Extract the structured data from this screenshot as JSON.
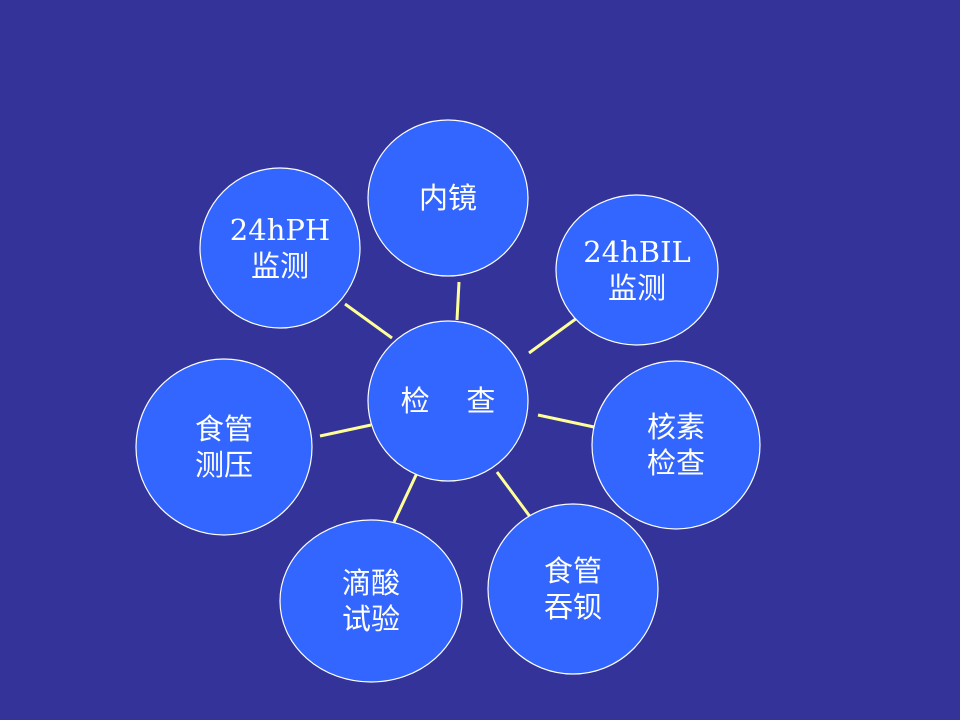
{
  "colors": {
    "background": "#333399",
    "node_fill": "#3366ff",
    "node_stroke": "#ffffff",
    "connector": "#ffff99",
    "text": "#ffffff"
  },
  "center": {
    "id": "center",
    "lines": [
      "检    查"
    ]
  },
  "nodes": [
    {
      "id": "endoscopy",
      "lines": [
        "内镜"
      ]
    },
    {
      "id": "24h-bil",
      "lines": [
        "24hBIL",
        "监测"
      ]
    },
    {
      "id": "nuclide",
      "lines": [
        "核素",
        "检查"
      ]
    },
    {
      "id": "barium",
      "lines": [
        "食管",
        "吞钡"
      ]
    },
    {
      "id": "acid-drip",
      "lines": [
        "滴酸",
        "试验"
      ]
    },
    {
      "id": "manometry",
      "lines": [
        "食管",
        "测压"
      ]
    },
    {
      "id": "24h-ph",
      "lines": [
        "24hPH",
        "监测"
      ]
    }
  ],
  "edges": [
    {
      "from": "center",
      "to": "endoscopy"
    },
    {
      "from": "center",
      "to": "24h-bil"
    },
    {
      "from": "center",
      "to": "nuclide"
    },
    {
      "from": "center",
      "to": "barium"
    },
    {
      "from": "center",
      "to": "acid-drip"
    },
    {
      "from": "center",
      "to": "manometry"
    },
    {
      "from": "center",
      "to": "24h-ph"
    }
  ]
}
